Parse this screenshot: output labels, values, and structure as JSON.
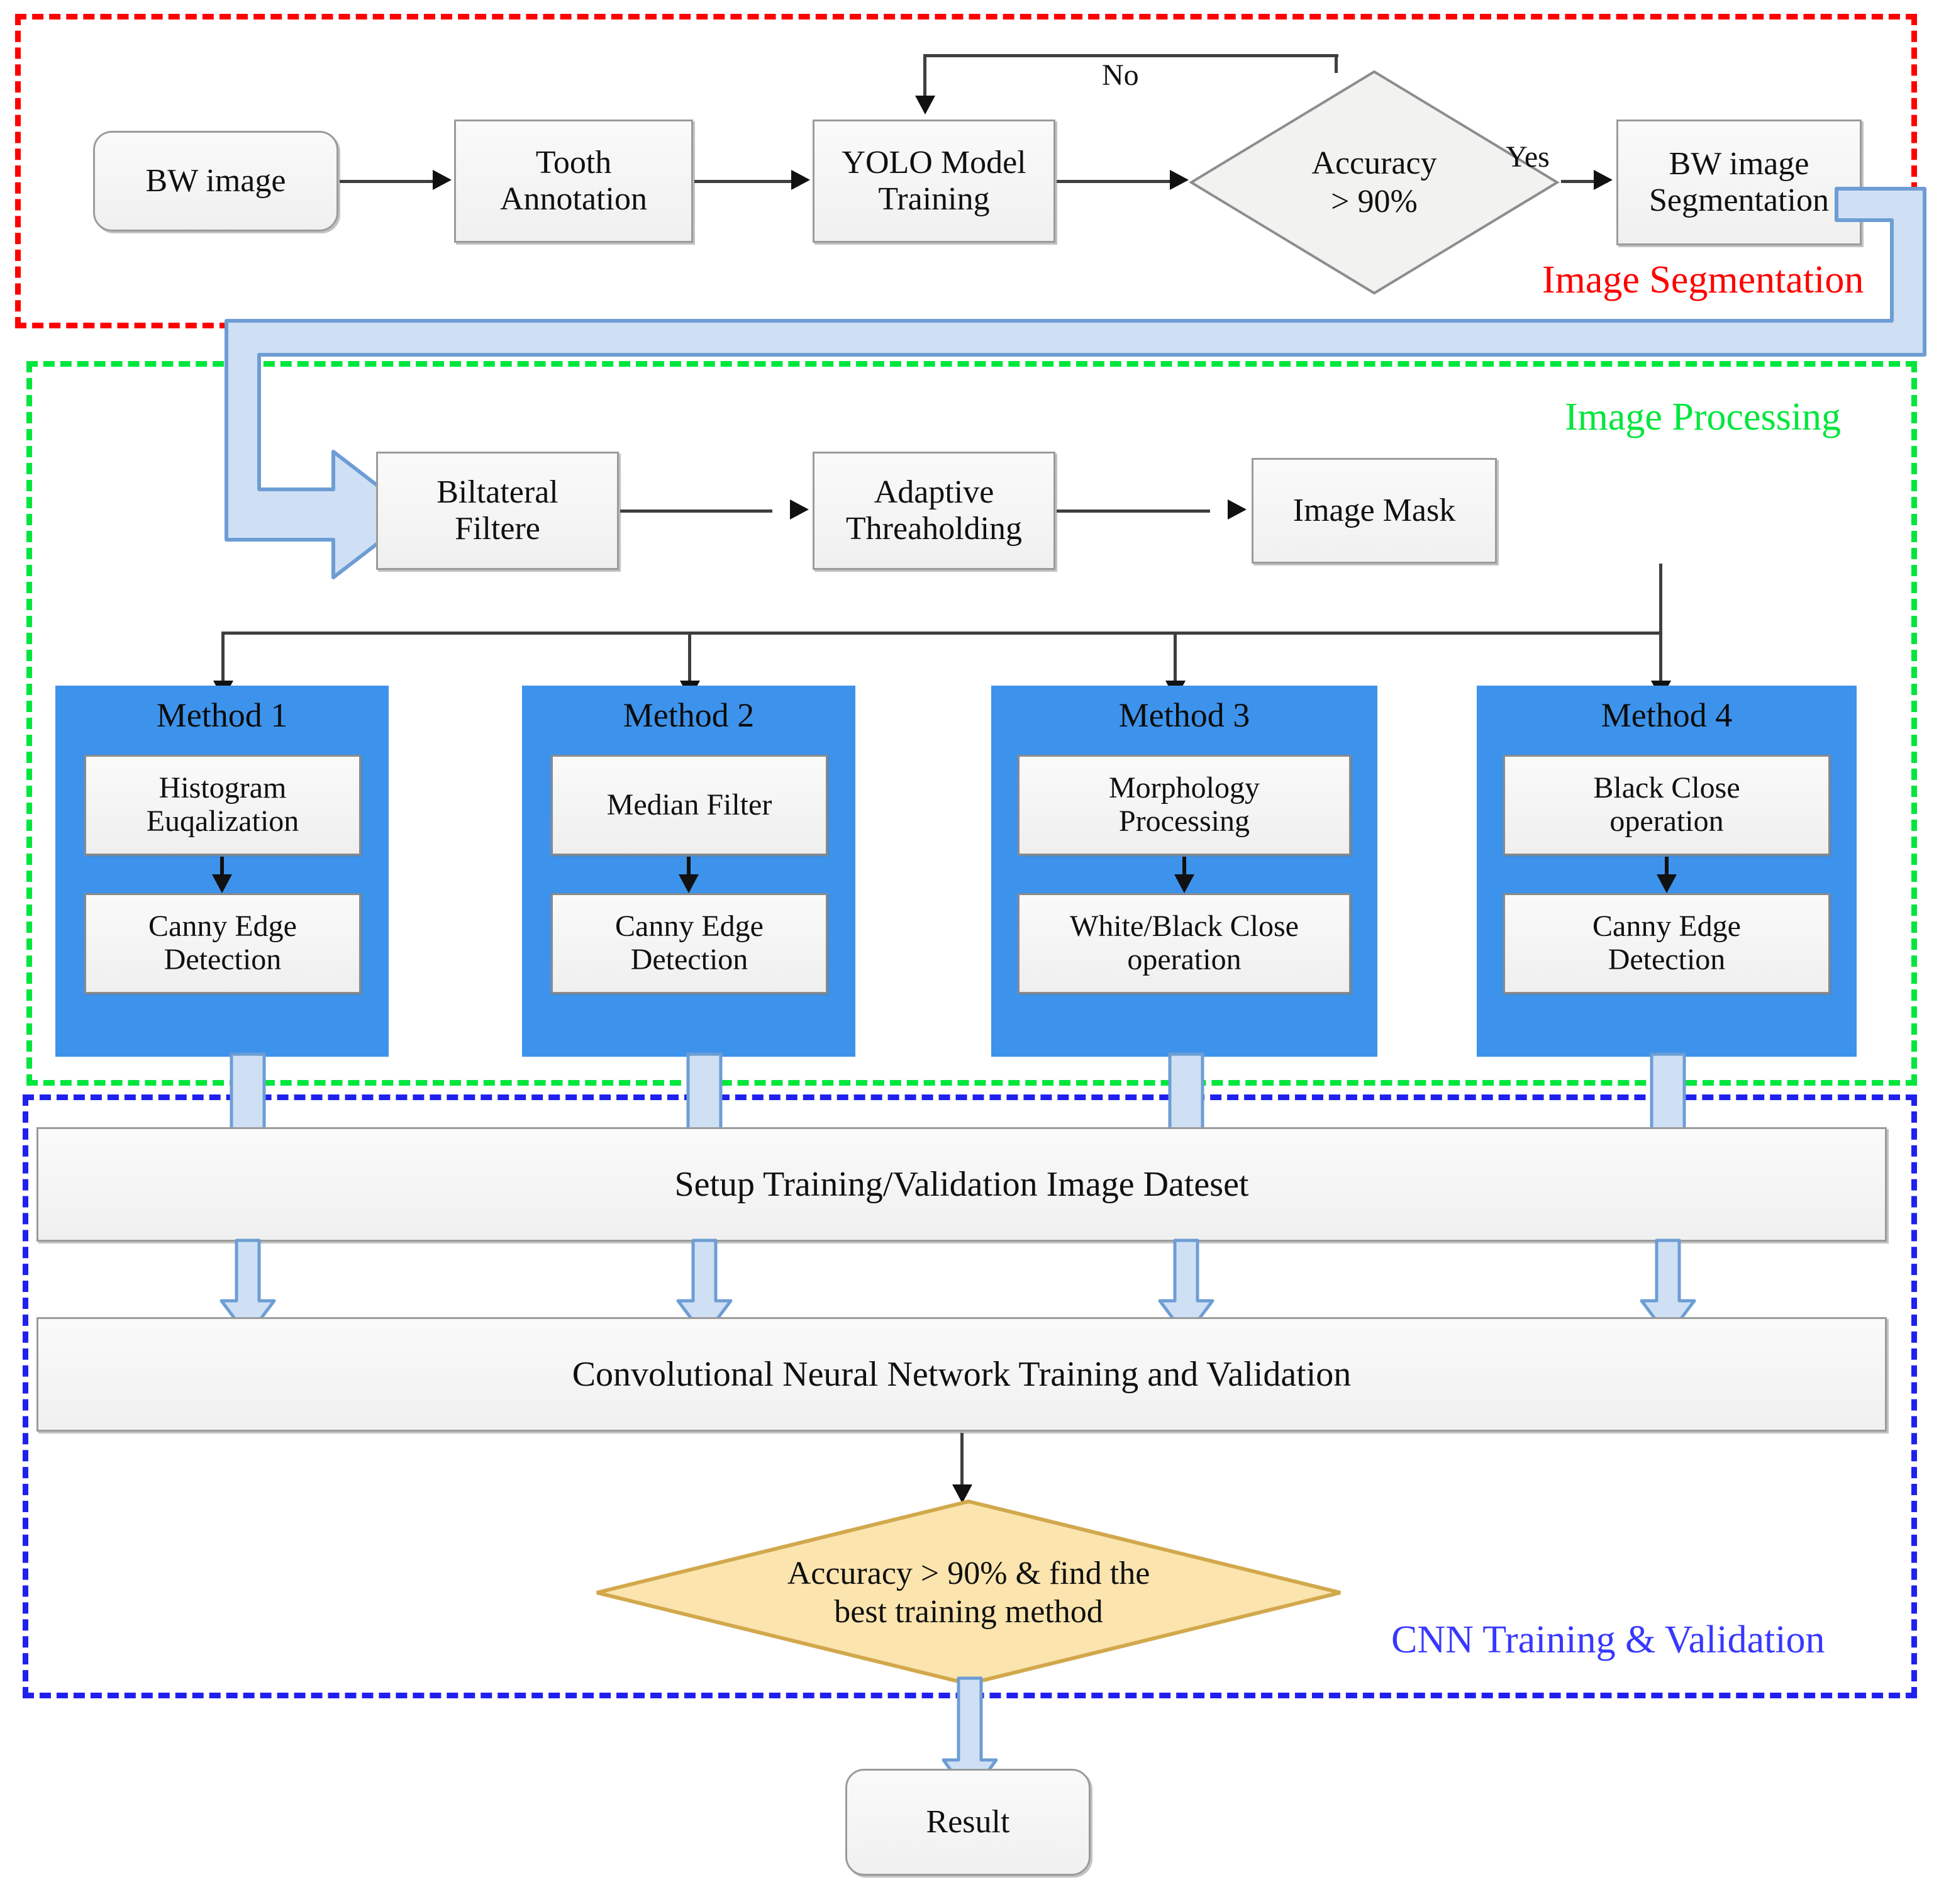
{
  "figure": {
    "type": "flowchart",
    "title": "Tooth image segmentation, processing and CNN training pipeline"
  },
  "regions": [
    {
      "id": "segmentation",
      "label": "Image Segmentation",
      "color": "#ff0000"
    },
    {
      "id": "processing",
      "label": "Image Processing",
      "color": "#00e63c"
    },
    {
      "id": "cnn",
      "label": "CNN Training & Validation",
      "color": "#3838ff"
    }
  ],
  "segmentation": {
    "bw_image": "BW image",
    "tooth_annotation": "Tooth\nAnnotation",
    "yolo_training": "YOLO Model\nTraining",
    "accuracy_decision": "Accuracy\n> 90%",
    "bw_segmentation": "BW image\nSegmentation",
    "edge_no": "No",
    "edge_yes": "Yes"
  },
  "processing": {
    "bilateral_filter": "Biltateral\nFiltere",
    "adaptive_thresholding": "Adaptive\nThreaholding",
    "image_mask": "Image Mask",
    "methods": [
      {
        "title": "Method 1",
        "steps": [
          "Histogram\nEuqalization",
          "Canny Edge\nDetection"
        ]
      },
      {
        "title": "Method 2",
        "steps": [
          "Median Filter",
          "Canny Edge\nDetection"
        ]
      },
      {
        "title": "Method 3",
        "steps": [
          "Morphology\nProcessing",
          "White/Black Close\noperation"
        ]
      },
      {
        "title": "Method 4",
        "steps": [
          "Black Close\noperation",
          "Canny Edge\nDetection"
        ]
      }
    ]
  },
  "cnn": {
    "setup_dataset": "Setup Training/Validation Image Dateset",
    "cnn_training": "Convolutional Neural Network Training and Validation",
    "final_decision": "Accuracy > 90% & find the\nbest training method"
  },
  "result": {
    "label": "Result"
  },
  "colors": {
    "method_panel": "#3d93eb",
    "decision_fill": "#fbe4ae",
    "decision_stroke": "#d2a84c",
    "block_arrow_fill": "#cfe0f4",
    "block_arrow_stroke": "#6d9dd4",
    "node_fill": "#f2f2f1",
    "node_stroke": "#9b9b9b"
  }
}
